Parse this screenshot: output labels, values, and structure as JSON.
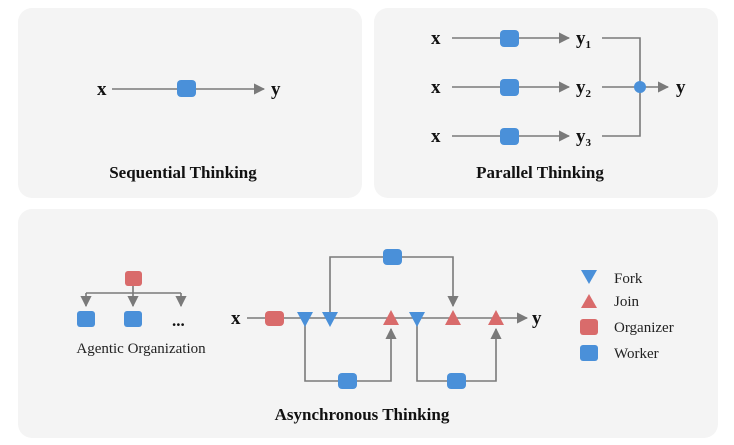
{
  "panels": {
    "sequential": {
      "title": "Sequential Thinking",
      "input": "x",
      "output": "y"
    },
    "parallel": {
      "title": "Parallel Thinking",
      "inputs": [
        "x",
        "x",
        "x"
      ],
      "intermediates": [
        {
          "base": "y",
          "sub": "1"
        },
        {
          "base": "y",
          "sub": "2"
        },
        {
          "base": "y",
          "sub": "3"
        }
      ],
      "output": "y"
    },
    "asynchronous": {
      "title": "Asynchronous Thinking",
      "input": "x",
      "output": "y",
      "organization_label": "Agentic Organization",
      "ellipsis": "...",
      "legend": [
        {
          "label": "Fork",
          "shape": "triangle-down",
          "color": "#4a90d9"
        },
        {
          "label": "Join",
          "shape": "triangle-up",
          "color": "#d96b6b"
        },
        {
          "label": "Organizer",
          "shape": "rounded-square",
          "color": "#d96b6b"
        },
        {
          "label": "Worker",
          "shape": "rounded-square",
          "color": "#4a90d9"
        }
      ]
    }
  },
  "colors": {
    "worker": "#4a90d9",
    "organizer": "#d96b6b",
    "fork": "#4a90d9",
    "join": "#d96b6b",
    "panel_bg": "#f4f4f4",
    "line": "#7a7a7a"
  }
}
